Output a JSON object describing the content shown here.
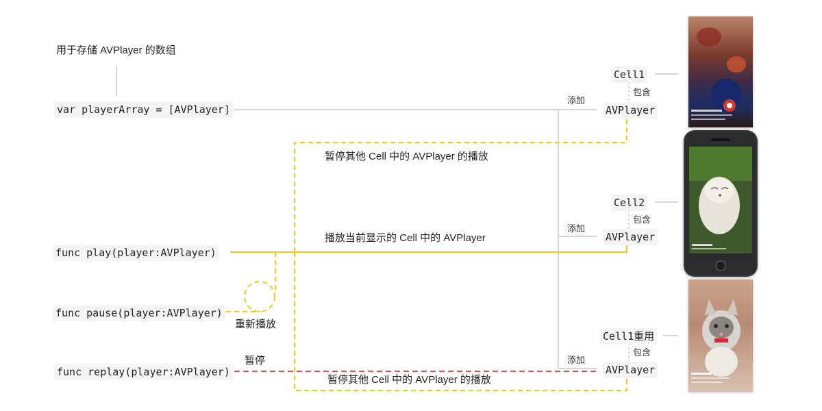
{
  "array_caption": "用于存储 AVPlayer 的数组",
  "array_code": "var playerArray = [AVPlayer]",
  "functions": {
    "play": "func play(player:AVPlayer)",
    "pause": "func pause(player:AVPlayer)",
    "replay": "func replay(player:AVPlayer)"
  },
  "annotations": {
    "pause_others_top": "暂停其他 Cell 中的 AVPlayer 的播放",
    "play_current": "播放当前显示的 Cell 中的 AVPlayer",
    "pause_others_bottom": "暂停其他 Cell 中的 AVPlayer 的播放",
    "replay_label": "重新播放",
    "pause_label": "暂停"
  },
  "cells": [
    {
      "name": "Cell1",
      "contains": "包含",
      "player": "AVPlayer",
      "add": "添加"
    },
    {
      "name": "Cell2",
      "contains": "包含",
      "player": "AVPlayer",
      "add": "添加"
    },
    {
      "name": "Cell1重用",
      "contains": "包含",
      "player": "AVPlayer",
      "add": "添加"
    }
  ],
  "colors": {
    "yellow": "#f5c518",
    "red": "#e8505b",
    "gray_line": "#c8c8c8",
    "code_bg": "#f4f4f4"
  }
}
